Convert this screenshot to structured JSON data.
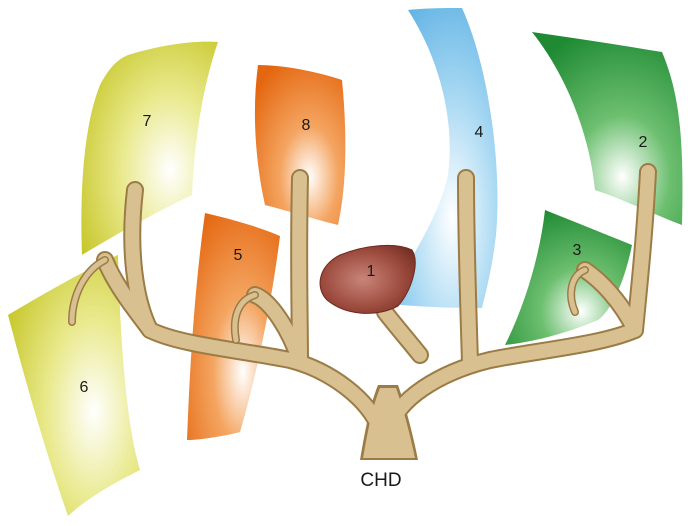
{
  "diagram": {
    "segments": [
      {
        "id": "1",
        "label": "1",
        "color": "#8a3a2c"
      },
      {
        "id": "2",
        "label": "2",
        "color": "#2f9a3e"
      },
      {
        "id": "3",
        "label": "3",
        "color": "#2f9a3e"
      },
      {
        "id": "4",
        "label": "4",
        "color": "#7cc3ea"
      },
      {
        "id": "5",
        "label": "5",
        "color": "#ee7d1f"
      },
      {
        "id": "6",
        "label": "6",
        "color": "#cfcf3a"
      },
      {
        "id": "7",
        "label": "7",
        "color": "#cfcf3a"
      },
      {
        "id": "8",
        "label": "8",
        "color": "#ee7d1f"
      }
    ],
    "duct_label": "CHD",
    "duct_color": "#d9c090"
  }
}
